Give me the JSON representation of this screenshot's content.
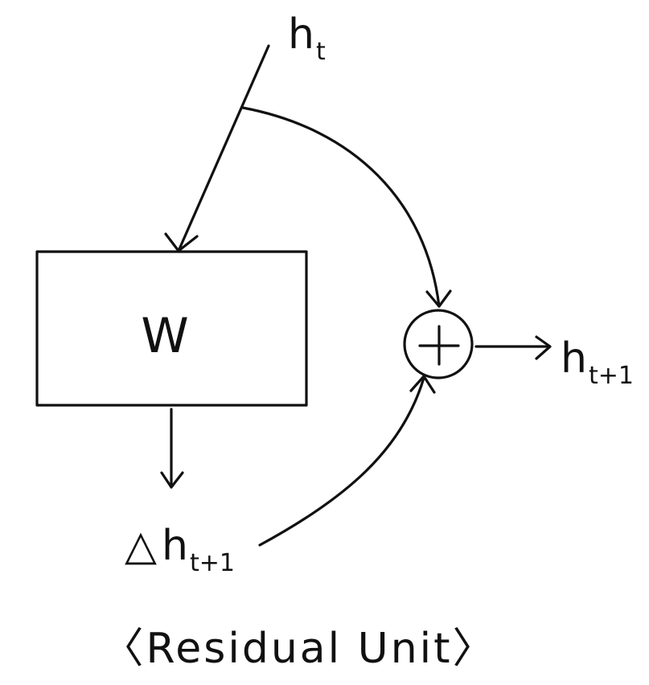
{
  "diagram": {
    "input": {
      "main": "h",
      "sub": "t"
    },
    "output": {
      "main": "h",
      "sub": "t+1"
    },
    "delta": {
      "symbol": "△",
      "main": "h",
      "sub": "t+1"
    },
    "weight_box": {
      "label": "W"
    },
    "sum_node": {
      "symbol": "+"
    },
    "caption": "〈Residual Unit〉"
  }
}
